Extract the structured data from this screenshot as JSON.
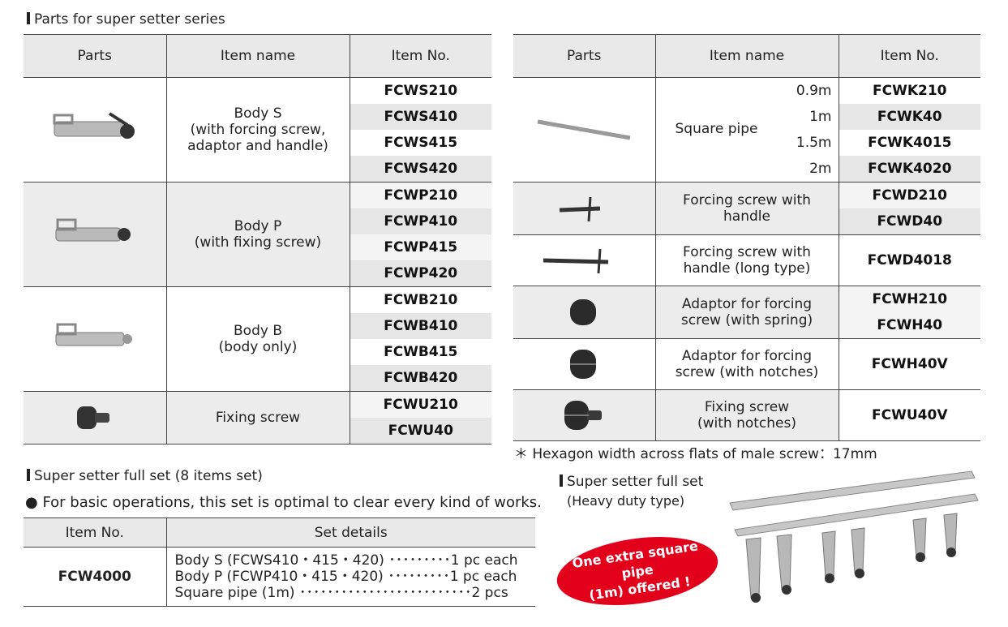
{
  "colors": {
    "header_bg": "#e9e9e9",
    "row_shade": "#e6e6e6",
    "group_shade": "#ececec",
    "badge": "#e3001b"
  },
  "parts_section": {
    "title": "Parts for super setter series",
    "headers": {
      "parts": "Parts",
      "item_name": "Item name",
      "item_no": "Item No."
    }
  },
  "left_table": {
    "body_s": {
      "name": [
        "Body S",
        "(with forcing screw,",
        "adaptor and handle)"
      ],
      "items": [
        "FCWS210",
        "FCWS410",
        "FCWS415",
        "FCWS420"
      ],
      "image": "body-s-icon"
    },
    "body_p": {
      "name": [
        "Body P",
        "(with fixing screw)"
      ],
      "items": [
        "FCWP210",
        "FCWP410",
        "FCWP415",
        "FCWP420"
      ],
      "image": "body-p-icon"
    },
    "body_b": {
      "name": [
        "Body B",
        "(body only)"
      ],
      "items": [
        "FCWB210",
        "FCWB410",
        "FCWB415",
        "FCWB420"
      ],
      "image": "body-b-icon"
    },
    "fixing_screw": {
      "name": [
        "Fixing screw"
      ],
      "items": [
        "FCWU210",
        "FCWU40"
      ],
      "image": "fixing-screw-icon"
    }
  },
  "right_table": {
    "square_pipe": {
      "name": "Square pipe",
      "lengths": [
        "0.9m",
        "1m",
        "1.5m",
        "2m"
      ],
      "items": [
        "FCWK210",
        "FCWK40",
        "FCWK4015",
        "FCWK4020"
      ],
      "image": "square-pipe-icon"
    },
    "forcing_screw": {
      "name": [
        "Forcing screw with",
        "handle"
      ],
      "items": [
        "FCWD210",
        "FCWD40"
      ],
      "image": "forcing-screw-icon"
    },
    "forcing_screw_long": {
      "name": [
        "Forcing screw with",
        "handle (long type)"
      ],
      "item": "FCWD4018",
      "image": "forcing-screw-long-icon"
    },
    "adaptor_spring": {
      "name": [
        "Adaptor for forcing",
        "screw (with spring)"
      ],
      "items": [
        "FCWH210",
        "FCWH40"
      ],
      "image": "adaptor-spring-icon"
    },
    "adaptor_notches": {
      "name": [
        "Adaptor for forcing",
        "screw (with notches)"
      ],
      "item": "FCWH40V",
      "image": "adaptor-notches-icon"
    },
    "fixing_screw_notches": {
      "name": [
        "Fixing screw",
        "(with notches)"
      ],
      "item": "FCWU40V",
      "image": "fixing-screw-notches-icon"
    }
  },
  "hex_note": "＊ Hexagon width across flats of male screw：17mm",
  "full_set": {
    "title": "Super setter full set (8 items set)",
    "bullet": "For basic operations, this set is optimal to clear every kind of works.",
    "headers": {
      "item_no": "Item No.",
      "set_details": "Set details"
    },
    "item_no": "FCW4000",
    "details": [
      "Body S (FCWS410・415・420) ･････････1 pc each",
      "Body P (FCWP410・415・420) ･････････1 pc each",
      "Square pipe (1m) ･････････････････････････2 pcs"
    ]
  },
  "heavy_set": {
    "title": "Super setter full set",
    "subtitle": "(Heavy duty type)",
    "badge": [
      "One extra square pipe",
      "(1m) offered !"
    ],
    "image": "heavy-duty-set-icon"
  }
}
